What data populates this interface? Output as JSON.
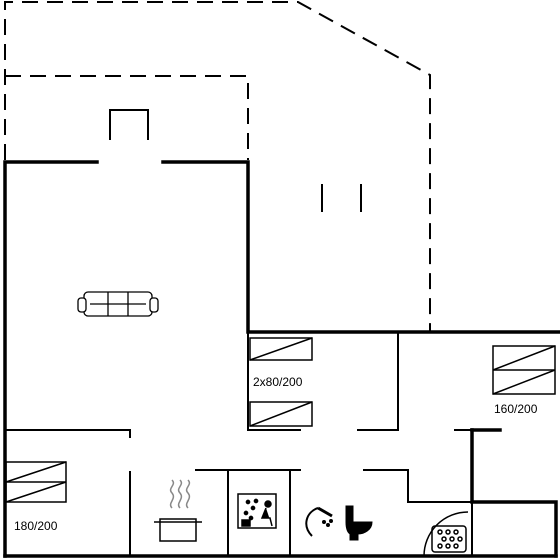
{
  "labels": {
    "bed_double_left": "180/200",
    "bed_twin": "2x80/200",
    "bed_double_right": "160/200"
  },
  "icons": [
    "sofa-icon",
    "fireplace-icon",
    "cooking-pot-icon",
    "sauna-icon",
    "shower-icon",
    "toilet-icon",
    "whirlpool-icon"
  ],
  "colors": {
    "line": "#000000",
    "background": "#ffffff"
  }
}
